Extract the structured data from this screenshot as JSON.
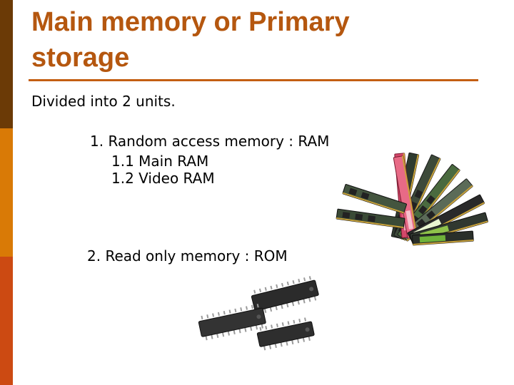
{
  "slide": {
    "title_line1": "Main memory or Primary",
    "title_line2": "storage",
    "intro": "Divided into 2 units.",
    "item1": "1. Random access memory : RAM",
    "item1_sub1": "1.1 Main RAM",
    "item1_sub2": "1.2 Video RAM",
    "item2": "2.  Read only memory : ROM"
  },
  "colors": {
    "title": "#b5570f",
    "rule": "#c45e12",
    "sidebar_top": "#6b3a06",
    "sidebar_mid": "#d97a06",
    "sidebar_bottom": "#cc4a12"
  },
  "images": {
    "ram_picture": "fanned-ram-modules-icon",
    "rom_picture": "dip-rom-chips-icon"
  }
}
